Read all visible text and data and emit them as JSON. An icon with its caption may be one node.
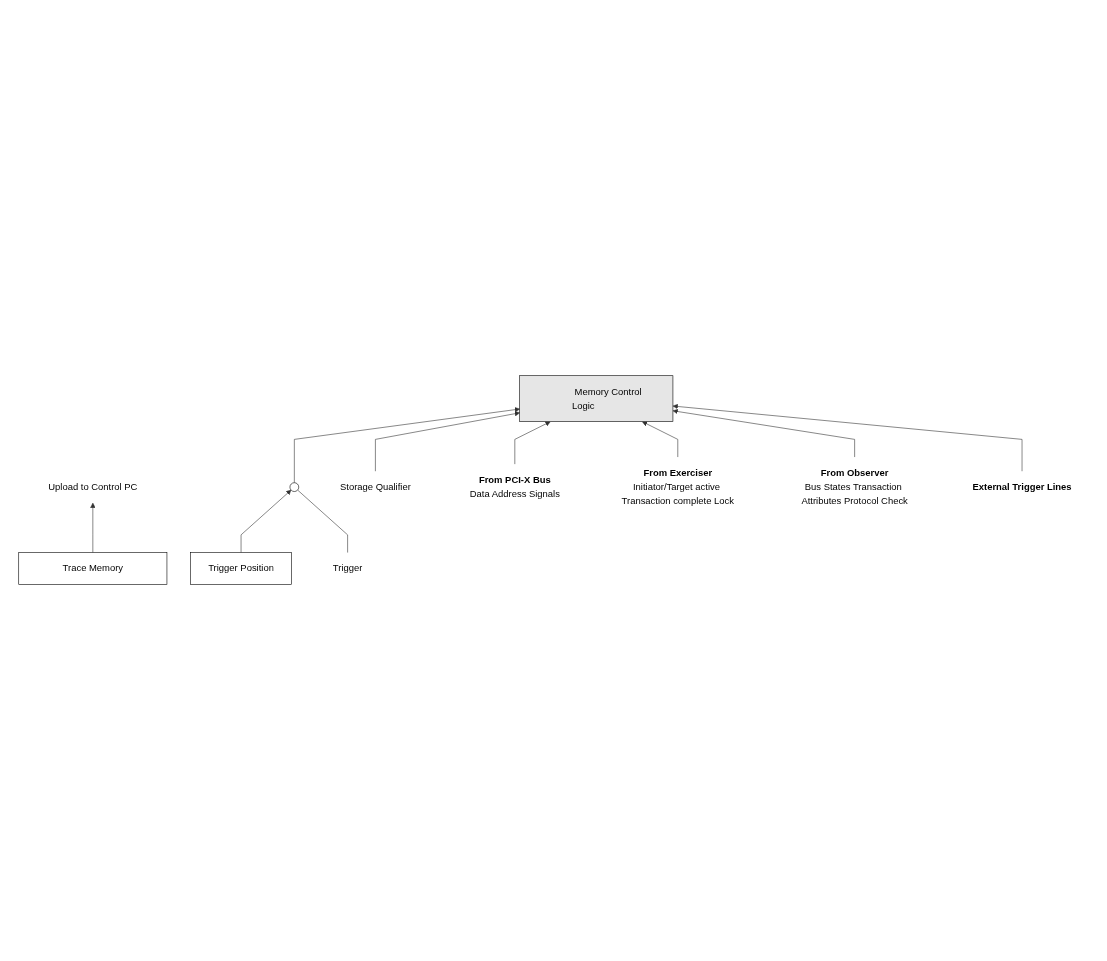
{
  "diagram": {
    "nodes": [
      {
        "text": [
          "Trace Memory"
        ]
      },
      {
        "text": [
          "Memory Control Logic"
        ]
      },
      {
        "text": [
          "Upload to Control PC"
        ]
      },
      {
        "text": [
          "Trigger Position"
        ]
      },
      {
        "text": [],
        "shape": "circle"
      },
      {
        "text": [
          "Trigger"
        ]
      },
      {
        "text": [
          "Storage Qualifier"
        ]
      },
      {
        "text": [
          "From PCI-X Bus",
          "Data Address Signals"
        ]
      },
      {
        "text": [
          "From Exerciser",
          "Initiator/Target active Transaction complete Lock"
        ]
      },
      {
        "text": [
          "From Observer",
          "Bus States Transaction Attributes Protocol Check"
        ]
      },
      {
        "text": [
          "External Trigger Lines"
        ]
      }
    ],
    "edges": [
      {
        "from": 0,
        "to": 2,
        "arrow": "to"
      },
      {
        "from": 3,
        "to": 4,
        "arrow": "to"
      },
      {
        "from": 5,
        "to": 4,
        "arrow": "none"
      },
      {
        "from": 4,
        "to": 1,
        "arrow": "to"
      },
      {
        "from": 6,
        "to": 1,
        "arrow": "to"
      },
      {
        "from": 7,
        "to": 1,
        "arrow": "to"
      },
      {
        "from": 8,
        "to": 1,
        "arrow": "to"
      },
      {
        "from": 9,
        "to": 1,
        "arrow": "to"
      },
      {
        "from": 10,
        "to": 1,
        "arrow": "to"
      }
    ]
  }
}
